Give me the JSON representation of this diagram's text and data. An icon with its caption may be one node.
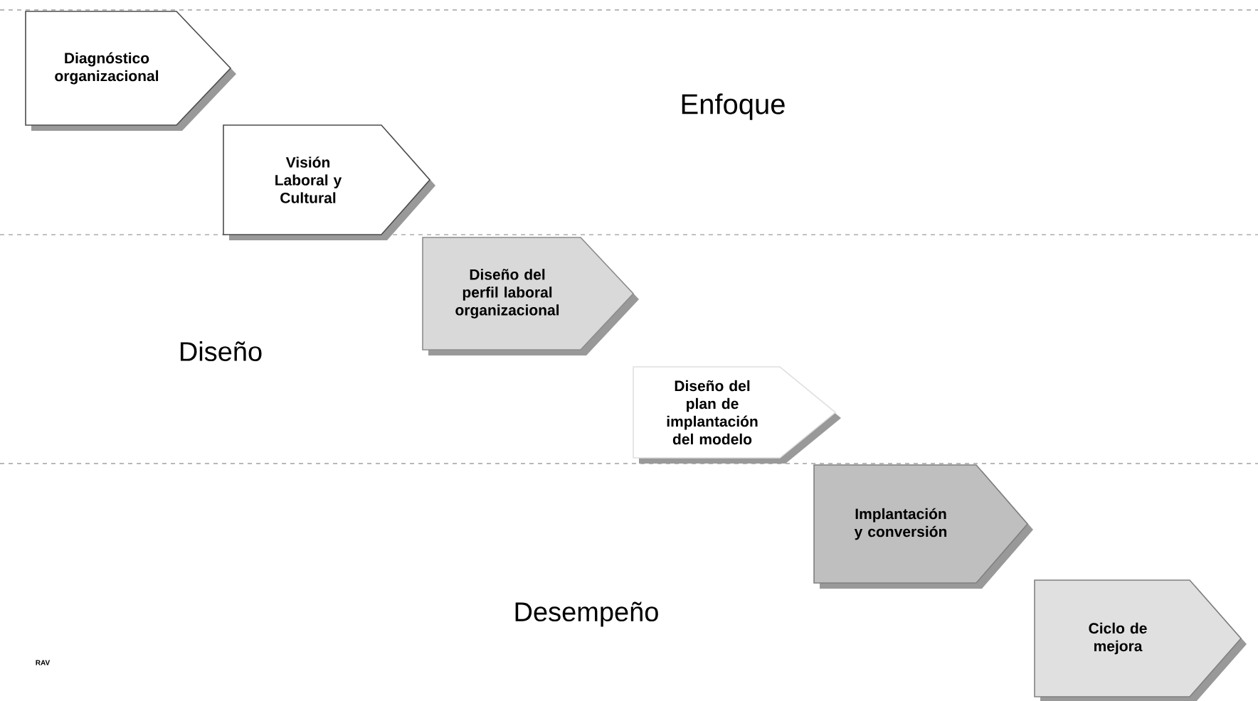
{
  "diagram": {
    "nodes": [
      {
        "text": [
          "Diagnóstico organizacional"
        ]
      },
      {
        "text": [
          "Visión Laboral y Cultural"
        ]
      },
      {
        "text": [
          "Diseño del perfil laboral organizacional"
        ]
      },
      {
        "text": [
          "Diseño del plan de implantación del modelo"
        ]
      },
      {
        "text": [
          "Implantación y conversión"
        ]
      },
      {
        "text": [
          "Ciclo de mejora"
        ]
      }
    ],
    "labels": [
      "Enfoque",
      "Diseño",
      "Desempeño",
      "RAV"
    ]
  }
}
